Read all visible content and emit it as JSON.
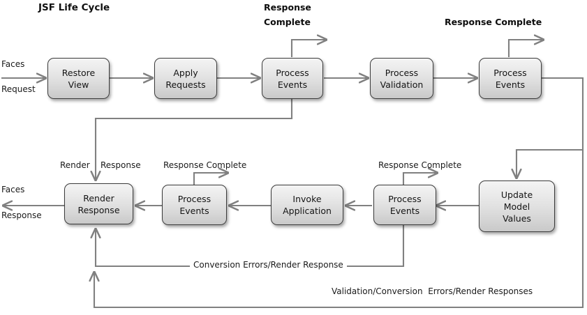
{
  "title": "JSF Life Cycle",
  "colors": {
    "wire": "#808080",
    "node_border": "#3b3b3b",
    "node_fill_top": "#f4f4f4",
    "node_fill_bottom": "#c9c9c9",
    "text": "#141414",
    "background": "#ffffff"
  },
  "nodes": [
    {
      "id": "restore-view",
      "line1": "Restore",
      "line2": "View",
      "line3": ""
    },
    {
      "id": "apply-requests",
      "line1": "Apply",
      "line2": "Requests",
      "line3": ""
    },
    {
      "id": "process-events-1",
      "line1": "Process",
      "line2": "Events",
      "line3": ""
    },
    {
      "id": "process-validation",
      "line1": "Process",
      "line2": "Validation",
      "line3": ""
    },
    {
      "id": "process-events-2",
      "line1": "Process",
      "line2": "Events",
      "line3": ""
    },
    {
      "id": "update-model-values",
      "line1": "Update",
      "line2": "Model",
      "line3": "Values"
    },
    {
      "id": "process-events-3",
      "line1": "Process",
      "line2": "Events",
      "line3": ""
    },
    {
      "id": "invoke-application",
      "line1": "Invoke",
      "line2": "Application",
      "line3": ""
    },
    {
      "id": "process-events-4",
      "line1": "Process",
      "line2": "Events",
      "line3": ""
    },
    {
      "id": "render-response",
      "line1": "Render",
      "line2": "Response",
      "line3": ""
    }
  ],
  "labels": {
    "faces_in_1": "Faces",
    "faces_in_2": "Request",
    "faces_out_1": "Faces",
    "faces_out_2": "Response",
    "response_complete_1a": "Response",
    "response_complete_1b": "Complete",
    "response_complete_2": "Response Complete",
    "response_complete_3": "Response Complete",
    "response_complete_4": "Response Complete",
    "render_label": "Render",
    "response_label": "Response",
    "conversion_errors": "Conversion Errors/Render Response",
    "validation_errors": "Validation/Conversion  Errors/Render Responses"
  }
}
